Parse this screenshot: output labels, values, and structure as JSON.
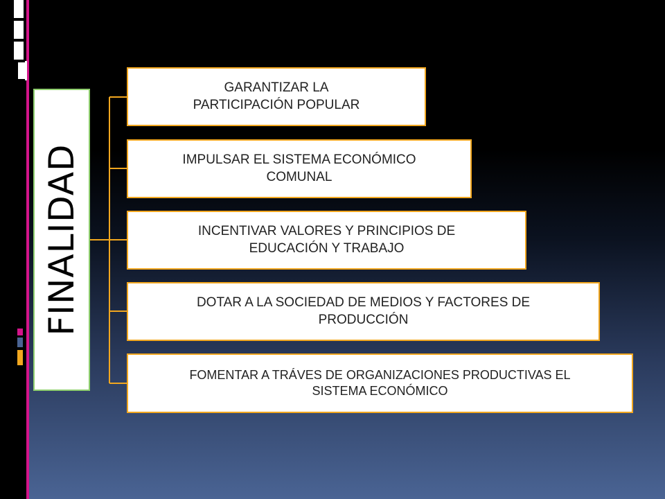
{
  "diagram": {
    "root_label": "FINALIDAD",
    "items": [
      {
        "line1": "GARANTIZAR LA",
        "line2": "PARTICIPACIÓN POPULAR"
      },
      {
        "line1": "IMPULSAR EL SISTEMA ECONÓMICO",
        "line2": "COMUNAL"
      },
      {
        "line1": "INCENTIVAR VALORES Y PRINCIPIOS  DE",
        "line2": "EDUCACIÓN Y TRABAJO"
      },
      {
        "line1": "DOTAR A LA SOCIEDAD DE MEDIOS Y FACTORES DE",
        "line2": "PRODUCCIÓN"
      },
      {
        "line1": "FOMENTAR A TRÁVES DE ORGANIZACIONES PRODUCTIVAS EL",
        "line2": "SISTEMA ECONÓMICO"
      }
    ]
  },
  "colors": {
    "item_border": "#f2a71f",
    "root_border": "#8fcf6e",
    "connector": "#f2a71f",
    "accent_magenta": "#d4148a"
  }
}
